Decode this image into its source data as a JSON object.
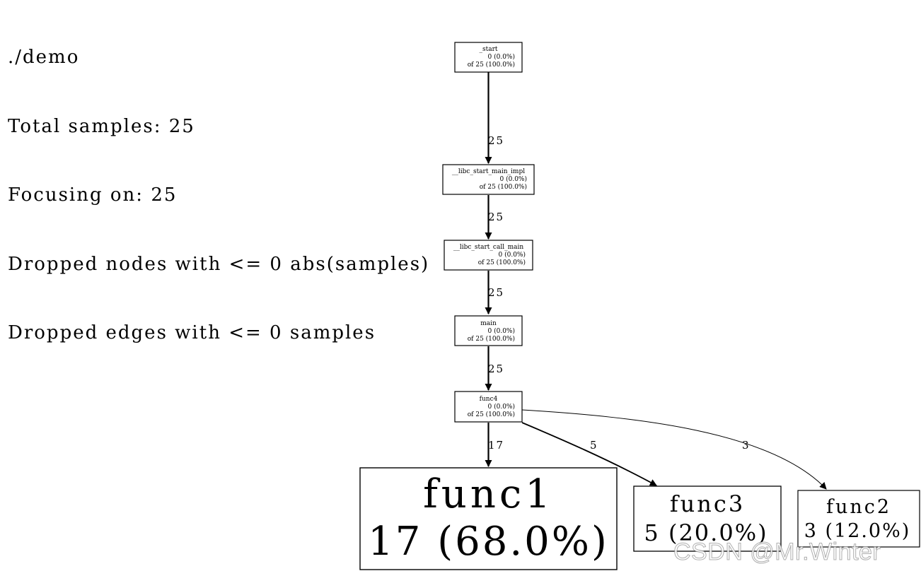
{
  "header": {
    "lines": [
      "./demo",
      "Total samples: 25",
      "Focusing on: 25",
      "Dropped nodes with <= 0 abs(samples)",
      "Dropped edges with <= 0 samples"
    ]
  },
  "nodes": {
    "start": {
      "name": "_start",
      "flat": "0 (0.0%)",
      "cum": "of 25 (100.0%)"
    },
    "libc_impl": {
      "name": "__libc_start_main_impl",
      "flat": "0 (0.0%)",
      "cum": "of 25 (100.0%)"
    },
    "libc_call": {
      "name": "__libc_start_call_main",
      "flat": "0 (0.0%)",
      "cum": "of 25 (100.0%)"
    },
    "main": {
      "name": "main",
      "flat": "0 (0.0%)",
      "cum": "of 25 (100.0%)"
    },
    "func4": {
      "name": "func4",
      "flat": "0 (0.0%)",
      "cum": "of 25 (100.0%)"
    },
    "func1": {
      "name": "func1",
      "flat": "17 (68.0%)"
    },
    "func3": {
      "name": "func3",
      "flat": "5 (20.0%)"
    },
    "func2": {
      "name": "func2",
      "flat": "3 (12.0%)"
    }
  },
  "edges": {
    "start_to_impl": "25",
    "impl_to_call": "25",
    "call_to_main": "25",
    "main_to_func4": "25",
    "func4_to_func1": "17",
    "func4_to_func3": "5",
    "func4_to_func2": "3"
  },
  "watermark": "CSDN @Mr.Winter"
}
